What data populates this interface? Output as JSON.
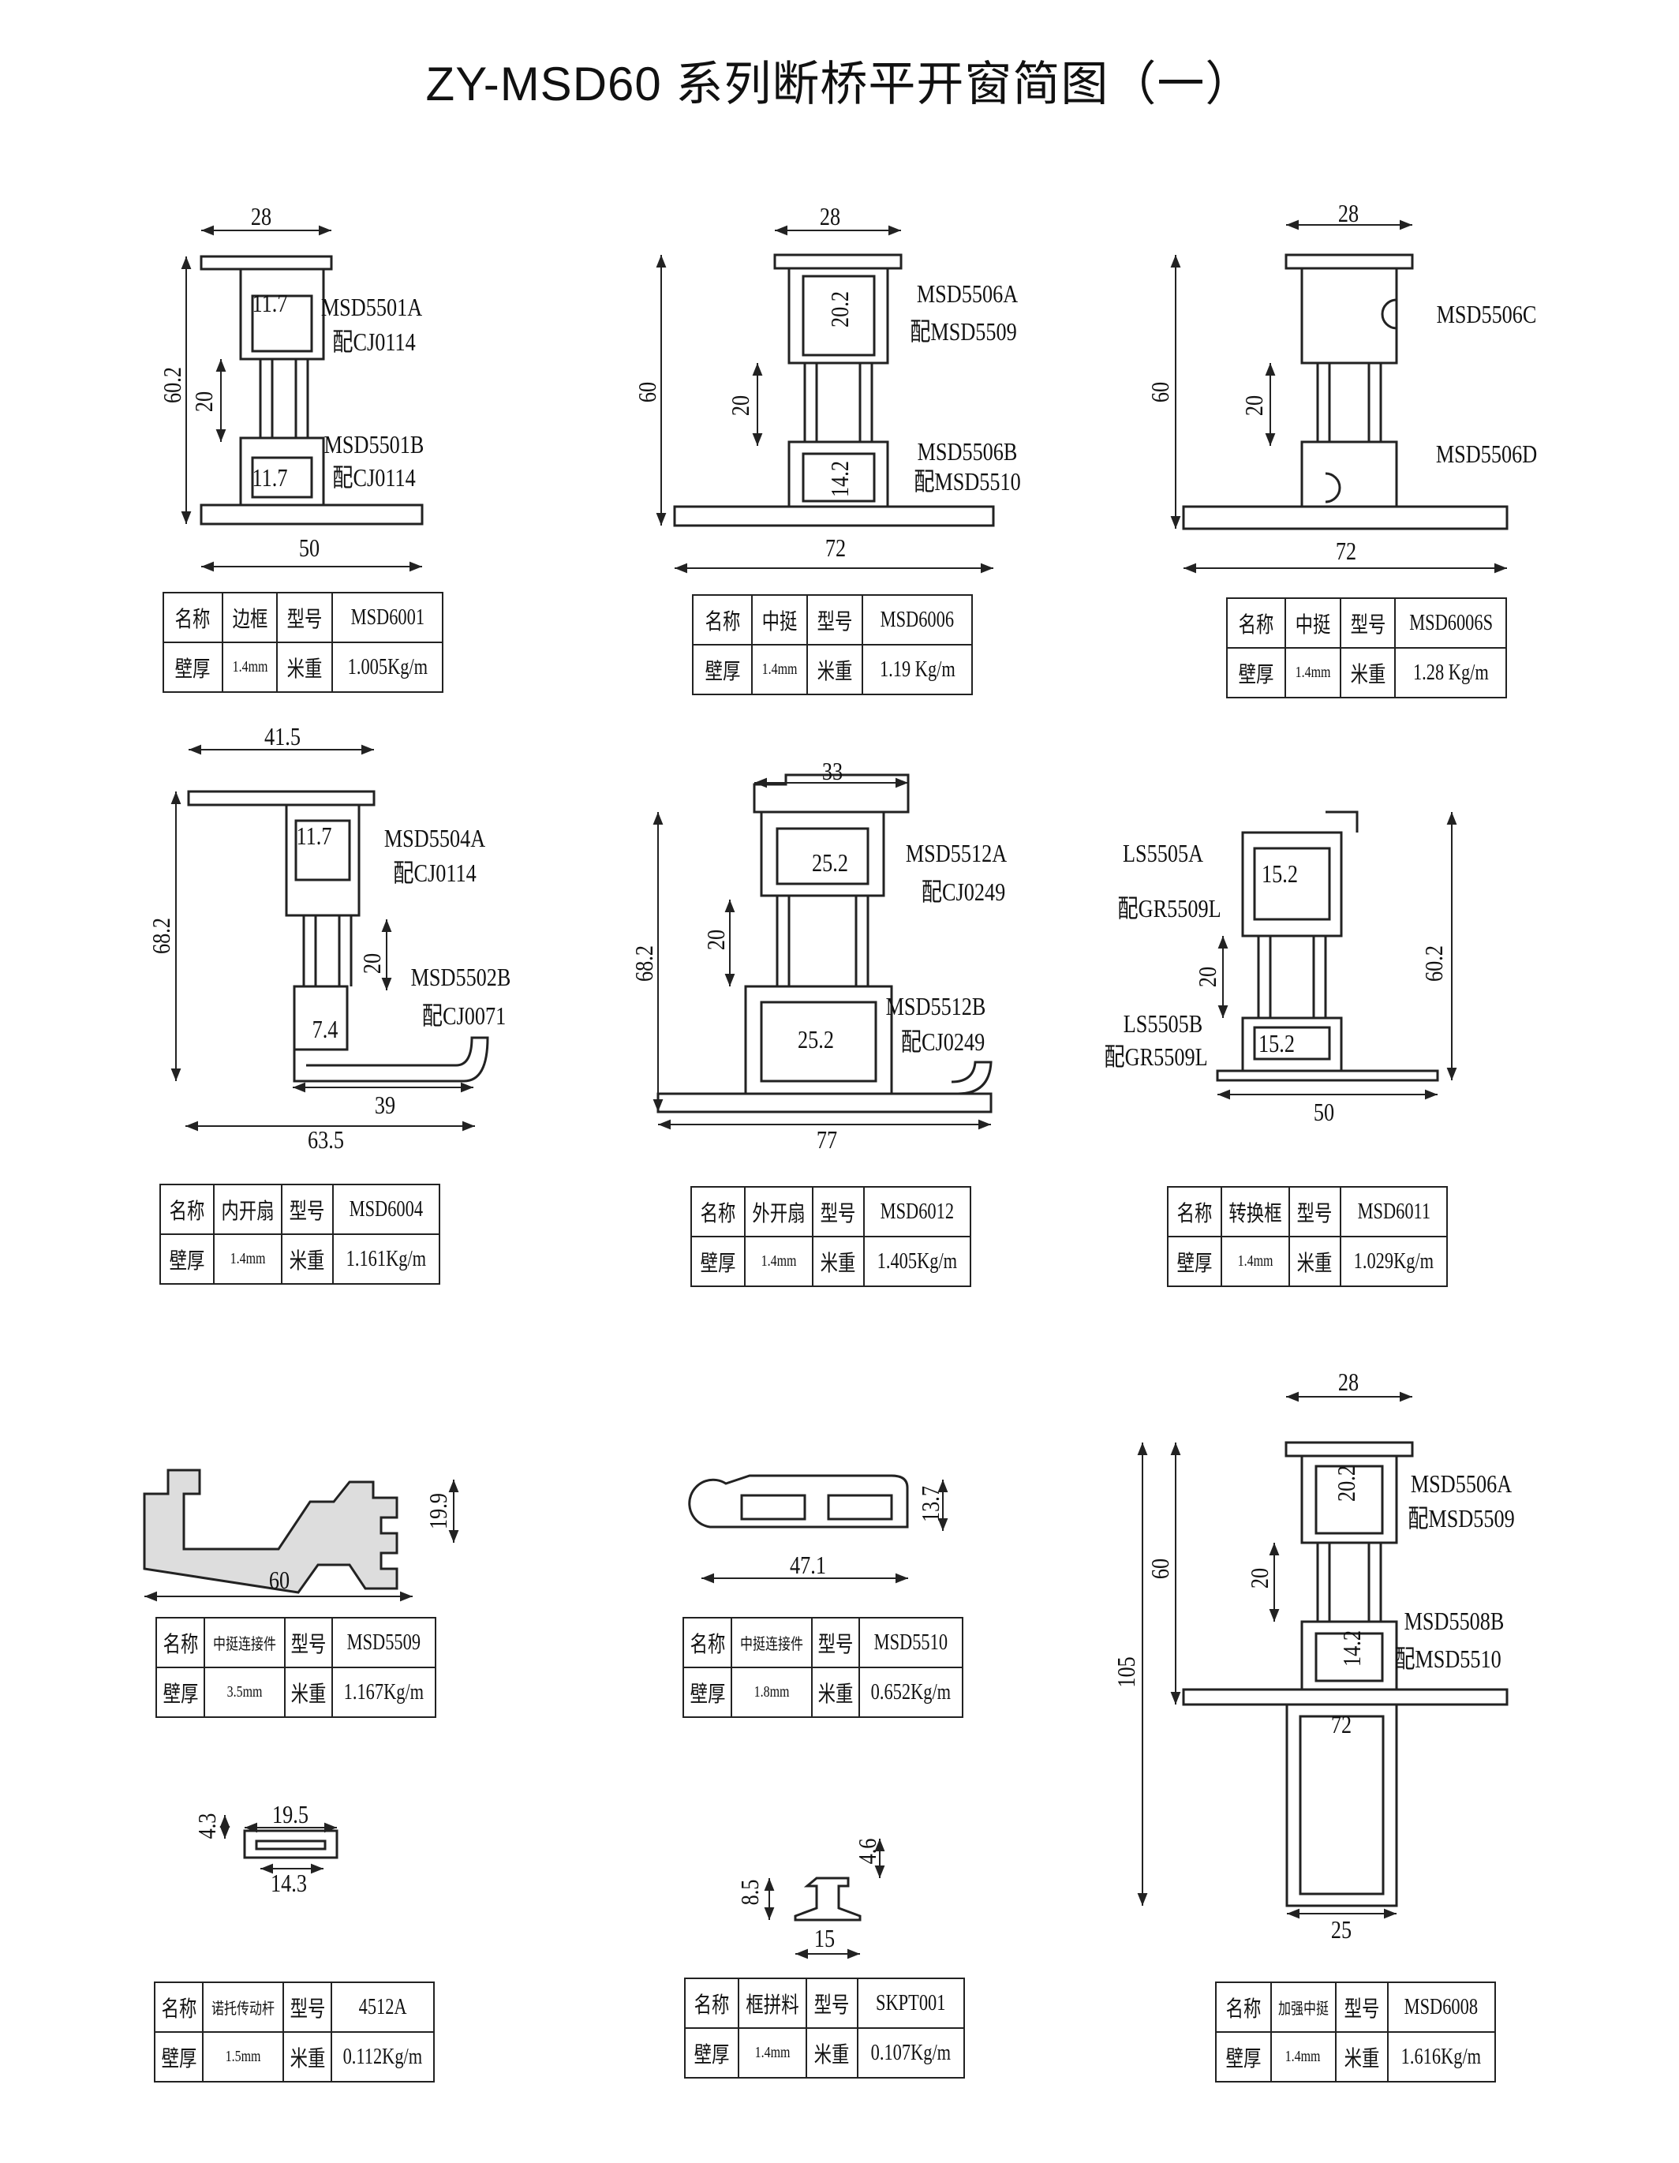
{
  "title": "ZY-MSD60 系列断桥平开窗简图（一）",
  "drawings": [
    {
      "labels": [
        "28",
        "60.2",
        "11.7",
        "MSD5501A",
        "配CJ0114",
        "20",
        "MSD5501B",
        "配CJ0114",
        "11.7",
        "50"
      ],
      "table": [
        [
          "名称",
          "边框",
          "型号",
          "MSD6001"
        ],
        [
          "壁厚",
          "1.4mm",
          "米重",
          "1.005Kg/m"
        ]
      ]
    },
    {
      "labels": [
        "28",
        "60",
        "20.2",
        "MSD5506A",
        "配MSD5509",
        "20",
        "MSD5506B",
        "配MSD5510",
        "14.2",
        "72"
      ],
      "table": [
        [
          "名称",
          "中挺",
          "型号",
          "MSD6006"
        ],
        [
          "壁厚",
          "1.4mm",
          "米重",
          "1.19 Kg/m"
        ]
      ]
    },
    {
      "labels": [
        "28",
        "60",
        "MSD5506C",
        "20",
        "MSD5506D",
        "72"
      ],
      "table": [
        [
          "名称",
          "中挺",
          "型号",
          "MSD6006S"
        ],
        [
          "壁厚",
          "1.4mm",
          "米重",
          "1.28 Kg/m"
        ]
      ]
    },
    {
      "labels": [
        "41.5",
        "68.2",
        "11.7",
        "MSD5504A",
        "配CJ0114",
        "20",
        "MSD5502B",
        "配CJ0071",
        "7.4",
        "39",
        "63.5"
      ],
      "table": [
        [
          "名称",
          "内开扇",
          "型号",
          "MSD6004"
        ],
        [
          "壁厚",
          "1.4mm",
          "米重",
          "1.161Kg/m"
        ]
      ]
    },
    {
      "labels": [
        "33",
        "68.2",
        "25.2",
        "MSD5512A",
        "配CJ0249",
        "20",
        "MSD5512B",
        "配CJ0249",
        "25.2",
        "77"
      ],
      "table": [
        [
          "名称",
          "外开扇",
          "型号",
          "MSD6012"
        ],
        [
          "壁厚",
          "1.4mm",
          "米重",
          "1.405Kg/m"
        ]
      ]
    },
    {
      "labels": [
        "LS5505A",
        "配GR5509L",
        "15.2",
        "20",
        "LS5505B",
        "配GR5509L",
        "15.2",
        "60.2",
        "50"
      ],
      "table": [
        [
          "名称",
          "转换框",
          "型号",
          "MSD6011"
        ],
        [
          "壁厚",
          "1.4mm",
          "米重",
          "1.029Kg/m"
        ]
      ]
    },
    {
      "labels": [
        "19.9",
        "60"
      ],
      "table": [
        [
          "名称",
          "中挺连接件",
          "型号",
          "MSD5509"
        ],
        [
          "壁厚",
          "3.5mm",
          "米重",
          "1.167Kg/m"
        ]
      ]
    },
    {
      "labels": [
        "13.7",
        "47.1"
      ],
      "table": [
        [
          "名称",
          "中挺连接件",
          "型号",
          "MSD5510"
        ],
        [
          "壁厚",
          "1.8mm",
          "米重",
          "0.652Kg/m"
        ]
      ]
    },
    {
      "labels": [
        "4.3",
        "19.5",
        "14.3"
      ],
      "table": [
        [
          "名称",
          "诺托传动杆",
          "型号",
          "4512A"
        ],
        [
          "壁厚",
          "1.5mm",
          "米重",
          "0.112Kg/m"
        ]
      ]
    },
    {
      "labels": [
        "4.6",
        "8.5",
        "15"
      ],
      "table": [
        [
          "名称",
          "框拼料",
          "型号",
          "SKPT001"
        ],
        [
          "壁厚",
          "1.4mm",
          "米重",
          "0.107Kg/m"
        ]
      ]
    },
    {
      "labels": [
        "28",
        "60",
        "105",
        "20.2",
        "MSD5506A",
        "配MSD5509",
        "20",
        "MSD5508B",
        "配MSD5510",
        "14.2",
        "72",
        "25"
      ],
      "table": [
        [
          "名称",
          "加强中挺",
          "型号",
          "MSD6008"
        ],
        [
          "壁厚",
          "1.4mm",
          "米重",
          "1.616Kg/m"
        ]
      ]
    }
  ]
}
